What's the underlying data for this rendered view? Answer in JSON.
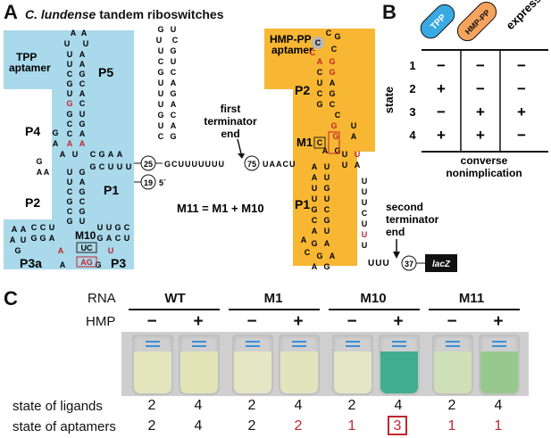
{
  "panel_a": {
    "letter": "A",
    "title_species": "C. lundense",
    "title_rest": "tandem riboswitches",
    "tpp_aptamer_label": [
      "TPP",
      "aptamer"
    ],
    "hmp_aptamer_label": [
      "HMP-PP",
      "aptamer"
    ],
    "helices": {
      "p1_left": "P1",
      "p2_left": "P2",
      "p3": "P3",
      "p3a": "P3a",
      "p4": "P4",
      "p5": "P5",
      "p1_right": "P1",
      "p2_right": "P2"
    },
    "mutants": {
      "m1": "M1",
      "m10": "M10",
      "m1_box": "C",
      "m10_top": "UC",
      "m10_bottom": "AG"
    },
    "equation": "M11 = M1 + M10",
    "first_terminator": [
      "first",
      "terminator",
      "end"
    ],
    "second_terminator": [
      "second",
      "terminator",
      "end"
    ],
    "circled_numbers": [
      "25",
      "19",
      "75",
      "37"
    ],
    "five_prime": "5´",
    "linker_seq": "GCUUUUUUU",
    "linker_seq2": "UAACU",
    "reporter": "lacZ",
    "three_u": "UUU"
  },
  "panel_b": {
    "letter": "B",
    "pills": [
      "TPP",
      "HMP-PP"
    ],
    "express_label": "express.",
    "row_axis": "state",
    "rows": [
      {
        "state": "1",
        "tpp": "−",
        "hmp": "−",
        "express": "−"
      },
      {
        "state": "2",
        "tpp": "+",
        "hmp": "−",
        "express": "−"
      },
      {
        "state": "3",
        "tpp": "−",
        "hmp": "+",
        "express": "+"
      },
      {
        "state": "4",
        "tpp": "+",
        "hmp": "+",
        "express": "−"
      }
    ],
    "caption": [
      "converse",
      "nonimplication"
    ]
  },
  "panel_c": {
    "letter": "C",
    "rna_label": "RNA",
    "hmp_label": "HMP",
    "groups": [
      "WT",
      "M1",
      "M10",
      "M11"
    ],
    "hmp_signs": [
      "−",
      "+",
      "−",
      "+",
      "−",
      "+",
      "−",
      "+"
    ],
    "state_of_ligands_label": "state of ligands",
    "state_of_aptamers_label": "state of aptamers",
    "state_of_ligands": [
      "2",
      "4",
      "2",
      "4",
      "2",
      "4",
      "2",
      "4"
    ],
    "state_of_aptamers": [
      "2",
      "4",
      "2",
      "2",
      "1",
      "3",
      "1",
      "1"
    ],
    "tube_colors": [
      "#e3e6bd",
      "#e1e4b7",
      "#e5e7c4",
      "#e1e5bc",
      "#e3e6c4",
      "#3fae8f",
      "#cfe0b6",
      "#97c98e"
    ]
  },
  "colors": {
    "tpp_blue": "#a9d9ea",
    "hmp_orange": "#f7b733",
    "red": "#c0262e",
    "pill_blue": "#39a9e1",
    "pill_orange": "#f5a45d"
  }
}
